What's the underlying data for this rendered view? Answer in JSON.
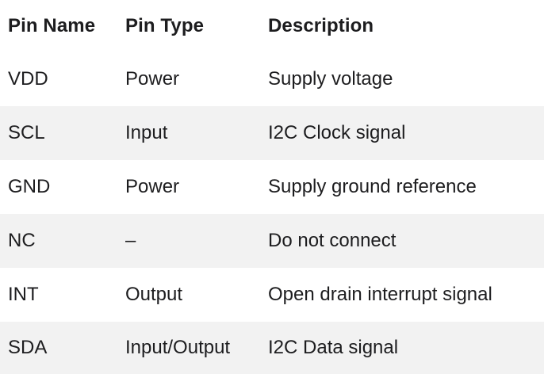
{
  "table": {
    "headers": [
      "Pin Name",
      "Pin Type",
      "Description"
    ],
    "rows": [
      [
        "VDD",
        "Power",
        "Supply voltage"
      ],
      [
        "SCL",
        "Input",
        "I2C Clock signal"
      ],
      [
        "GND",
        "Power",
        "Supply ground reference"
      ],
      [
        "NC",
        "–",
        "Do not connect"
      ],
      [
        "INT",
        "Output",
        "Open drain interrupt signal"
      ],
      [
        "SDA",
        "Input/Output",
        "I2C Data signal"
      ]
    ]
  },
  "colors": {
    "text": "#1d1d1f",
    "stripe": "#f2f2f2",
    "background": "#ffffff"
  }
}
